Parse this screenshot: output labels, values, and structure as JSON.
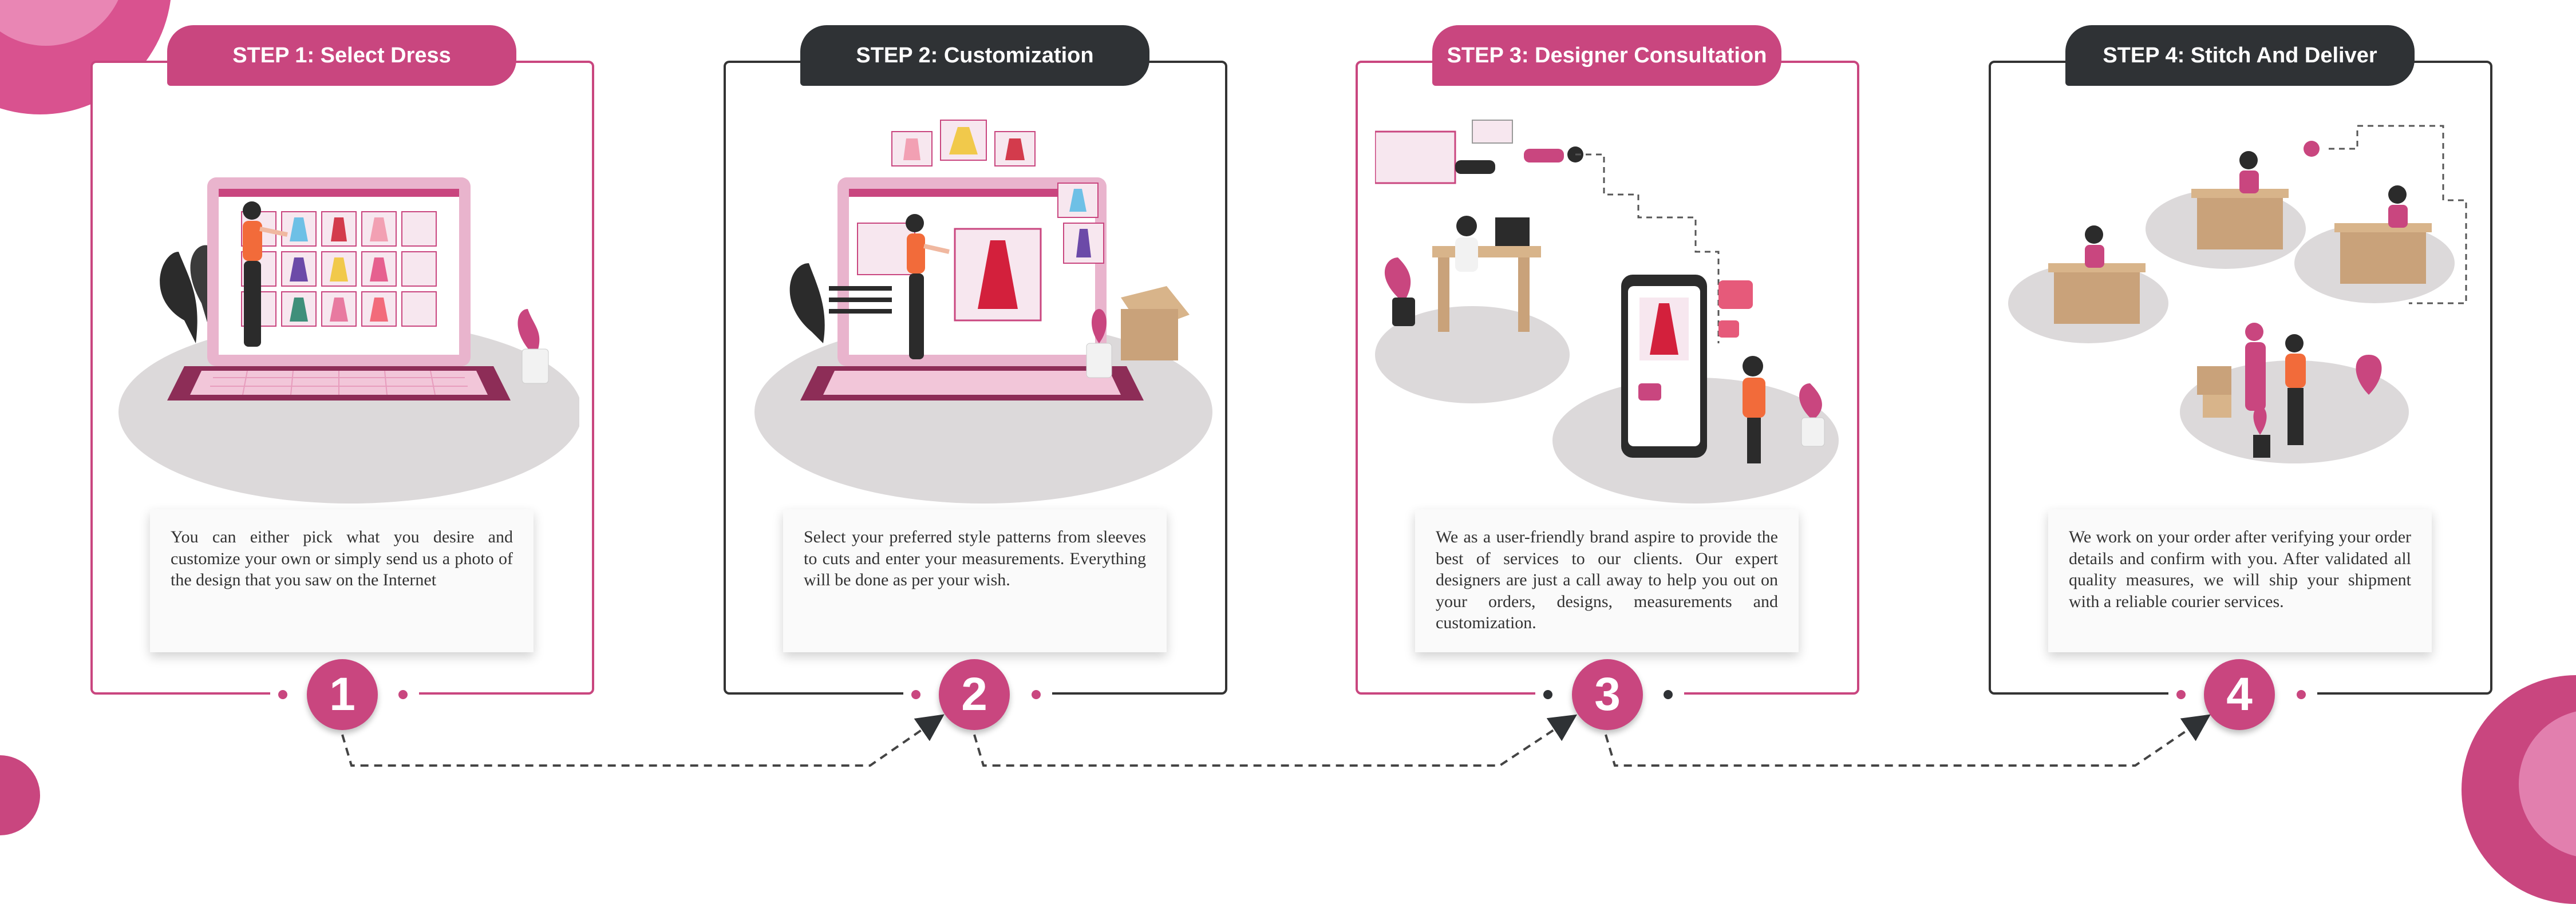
{
  "theme": {
    "accent": "#c9467f",
    "dark": "#2f3235",
    "light_accent": "#f2c6d9"
  },
  "steps": [
    {
      "title": "STEP 1: Select Dress",
      "number": "1",
      "description": "You can either pick what you desire and customize your own or simply send us a photo of the design that you saw on the Internet"
    },
    {
      "title": "STEP 2: Customization",
      "number": "2",
      "description": "Select your preferred style patterns from sleeves to cuts and enter your measurements. Everything will be done as per your wish."
    },
    {
      "title": "STEP 3: Designer Consultation",
      "number": "3",
      "description": "We as a user-friendly brand aspire to provide the best of services to our clients. Our expert designers are just a call away to help you out on your orders, designs, measurements and customization."
    },
    {
      "title": "STEP 4: Stitch And Deliver",
      "number": "4",
      "description": "We work on your order after verifying your order details and confirm with you. After validated all quality measures, we will ship your shipment with a reliable courier services."
    }
  ],
  "illustrations": [
    "laptop-dress-catalog-icon",
    "customization-screen-icon",
    "designer-call-icon",
    "tailoring-delivery-icon"
  ]
}
